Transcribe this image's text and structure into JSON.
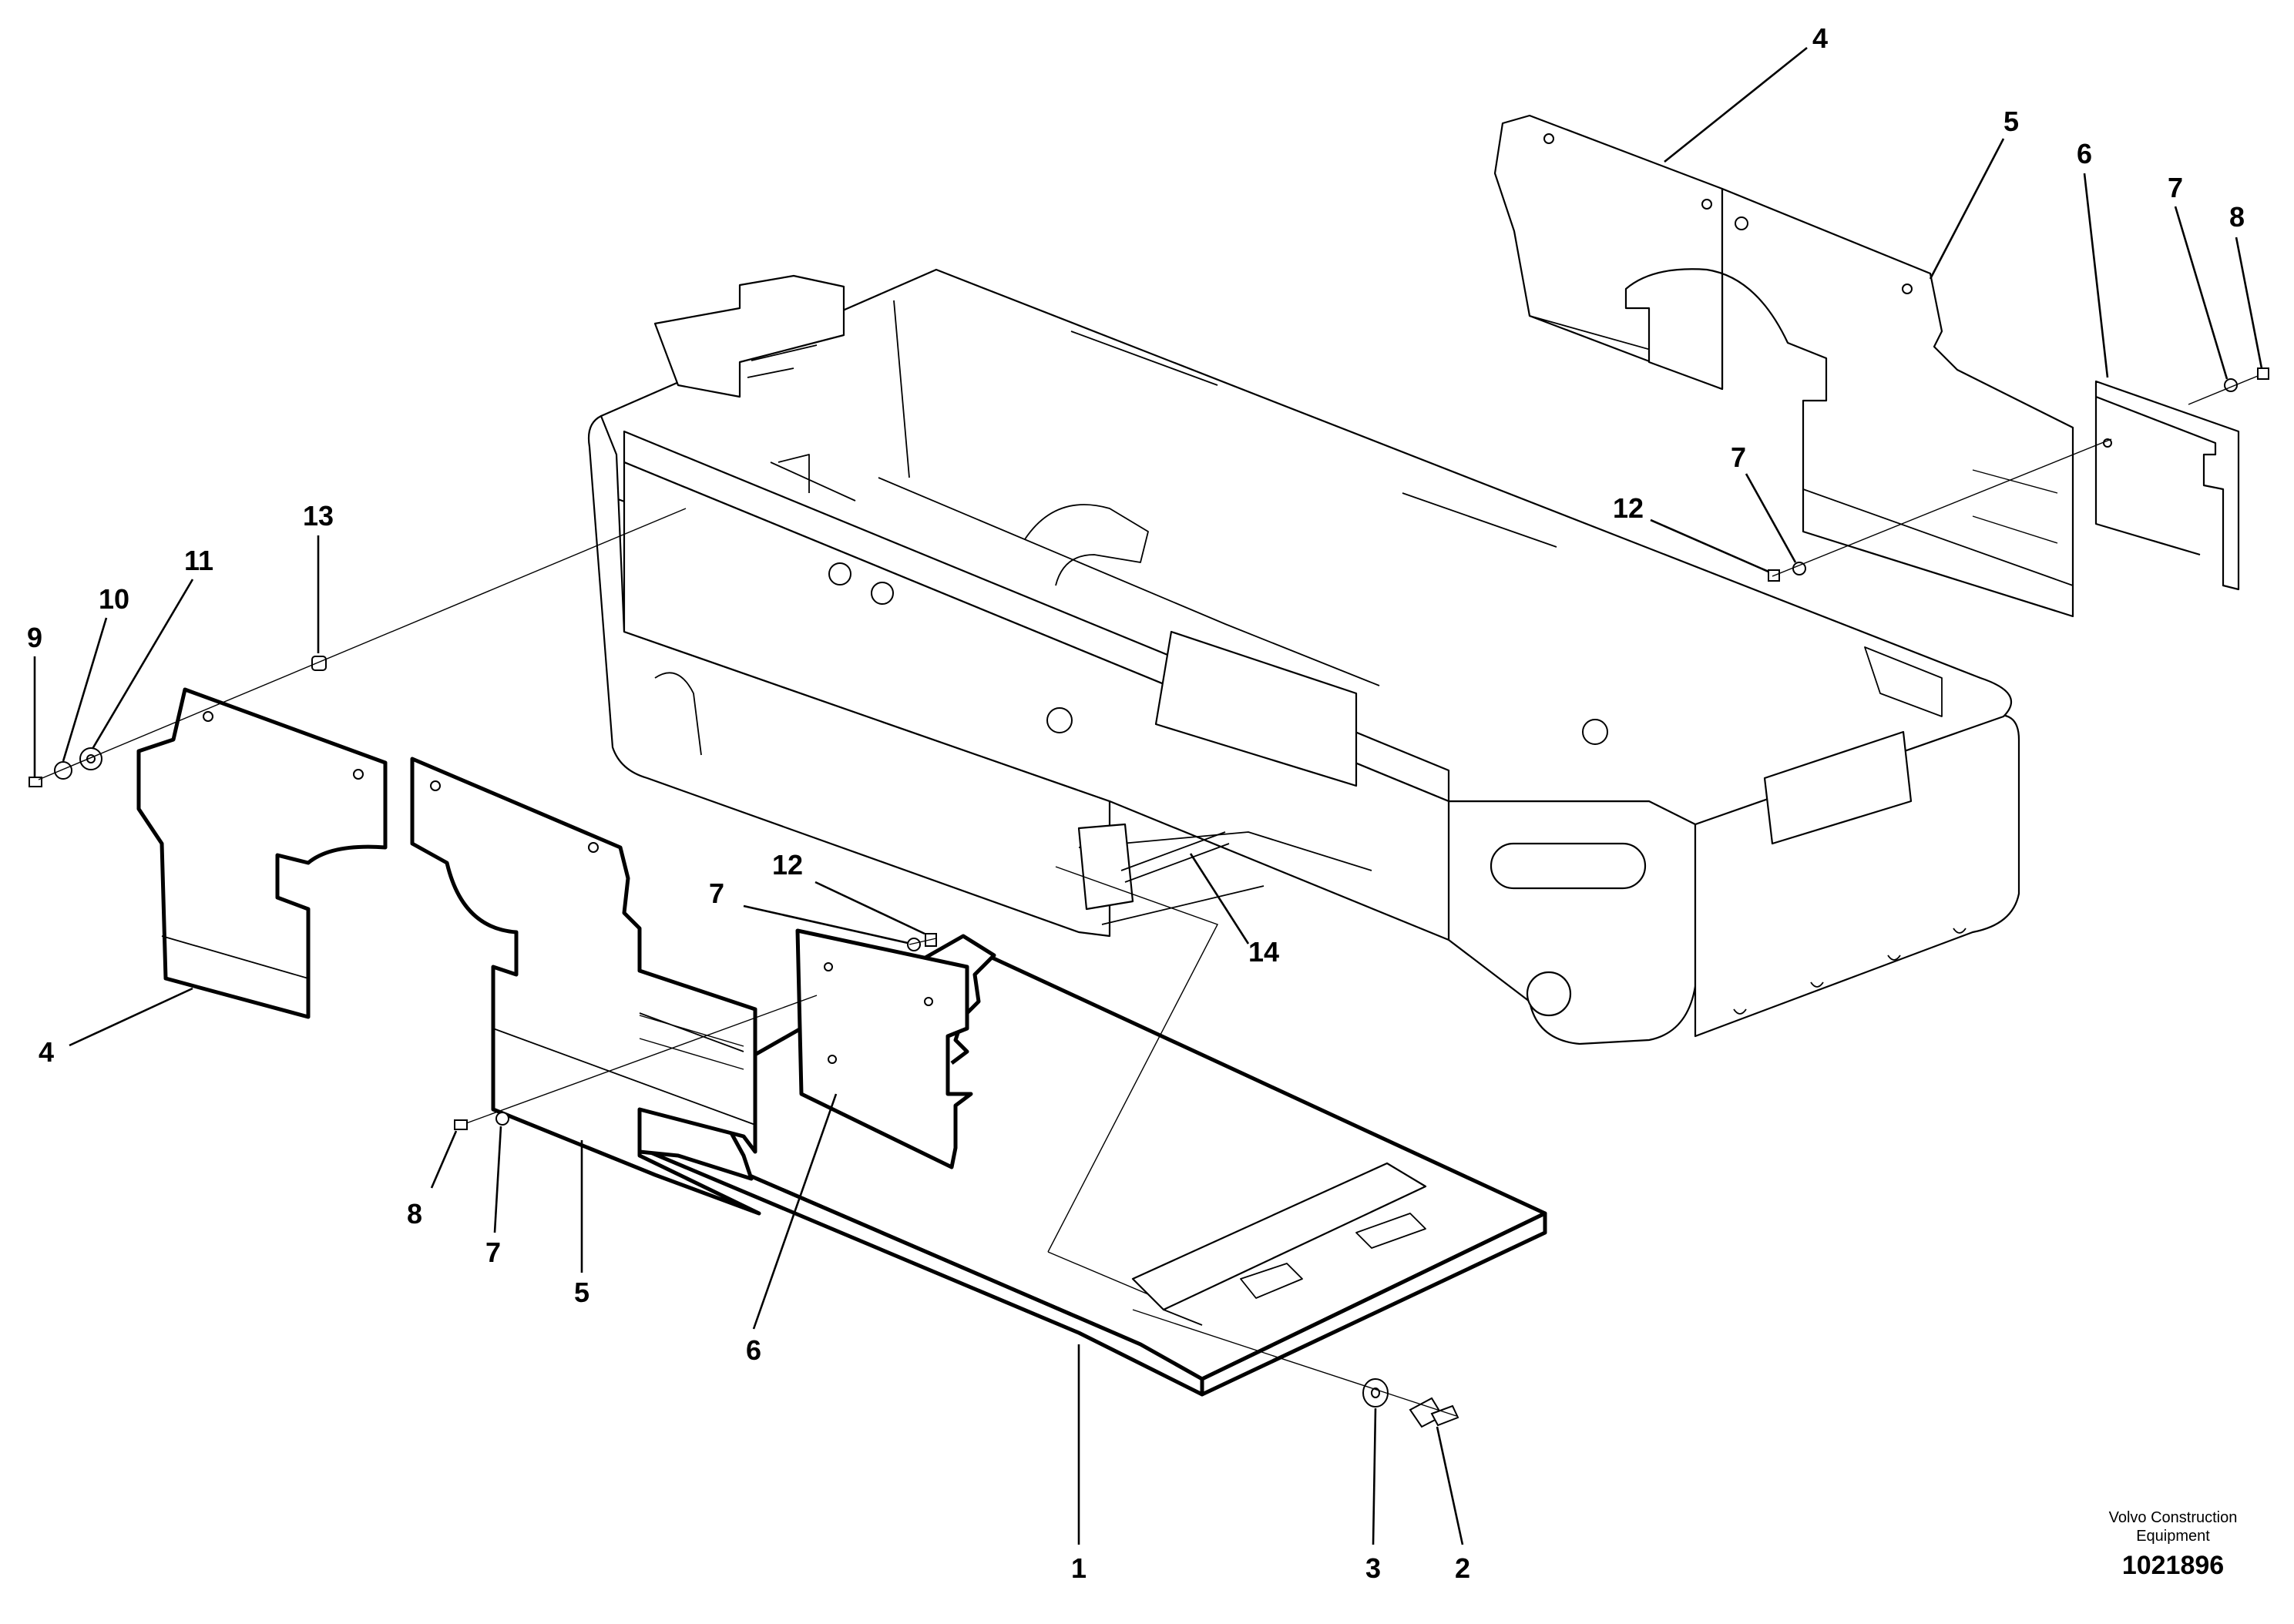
{
  "diagram": {
    "callouts": [
      {
        "id": "c4a",
        "text": "4"
      },
      {
        "id": "c5a",
        "text": "5"
      },
      {
        "id": "c6a",
        "text": "6"
      },
      {
        "id": "c7a",
        "text": "7"
      },
      {
        "id": "c8a",
        "text": "8"
      },
      {
        "id": "c7b",
        "text": "7"
      },
      {
        "id": "c12a",
        "text": "12"
      },
      {
        "id": "c13",
        "text": "13"
      },
      {
        "id": "c9",
        "text": "9"
      },
      {
        "id": "c10",
        "text": "10"
      },
      {
        "id": "c11",
        "text": "11"
      },
      {
        "id": "c4b",
        "text": "4"
      },
      {
        "id": "c12b",
        "text": "12"
      },
      {
        "id": "c7c",
        "text": "7"
      },
      {
        "id": "c14",
        "text": "14"
      },
      {
        "id": "c8b",
        "text": "8"
      },
      {
        "id": "c7d",
        "text": "7"
      },
      {
        "id": "c5b",
        "text": "5"
      },
      {
        "id": "c6b",
        "text": "6"
      },
      {
        "id": "c1",
        "text": "1"
      },
      {
        "id": "c3",
        "text": "3"
      },
      {
        "id": "c2",
        "text": "2"
      }
    ],
    "brand_line1": "Volvo Construction",
    "brand_line2": "Equipment",
    "figure_number": "1021896",
    "colors": {
      "ink": "#000000",
      "paper": "#ffffff"
    }
  }
}
